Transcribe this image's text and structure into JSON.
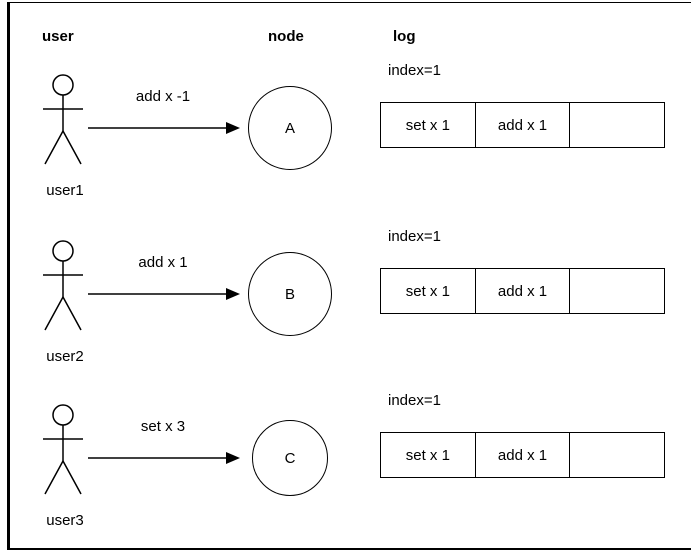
{
  "headers": {
    "user": "user",
    "node": "node",
    "log": "log"
  },
  "rows": [
    {
      "user_label": "user1",
      "message": "add x -1",
      "node_label": "A",
      "log_index": "index=1",
      "log_cells": [
        "set x 1",
        "add x 1",
        ""
      ]
    },
    {
      "user_label": "user2",
      "message": "add x 1",
      "node_label": "B",
      "log_index": "index=1",
      "log_cells": [
        "set x 1",
        "add x 1",
        ""
      ]
    },
    {
      "user_label": "user3",
      "message": "set x 3",
      "node_label": "C",
      "log_index": "index=1",
      "log_cells": [
        "set x 1",
        "add x 1",
        ""
      ]
    }
  ]
}
